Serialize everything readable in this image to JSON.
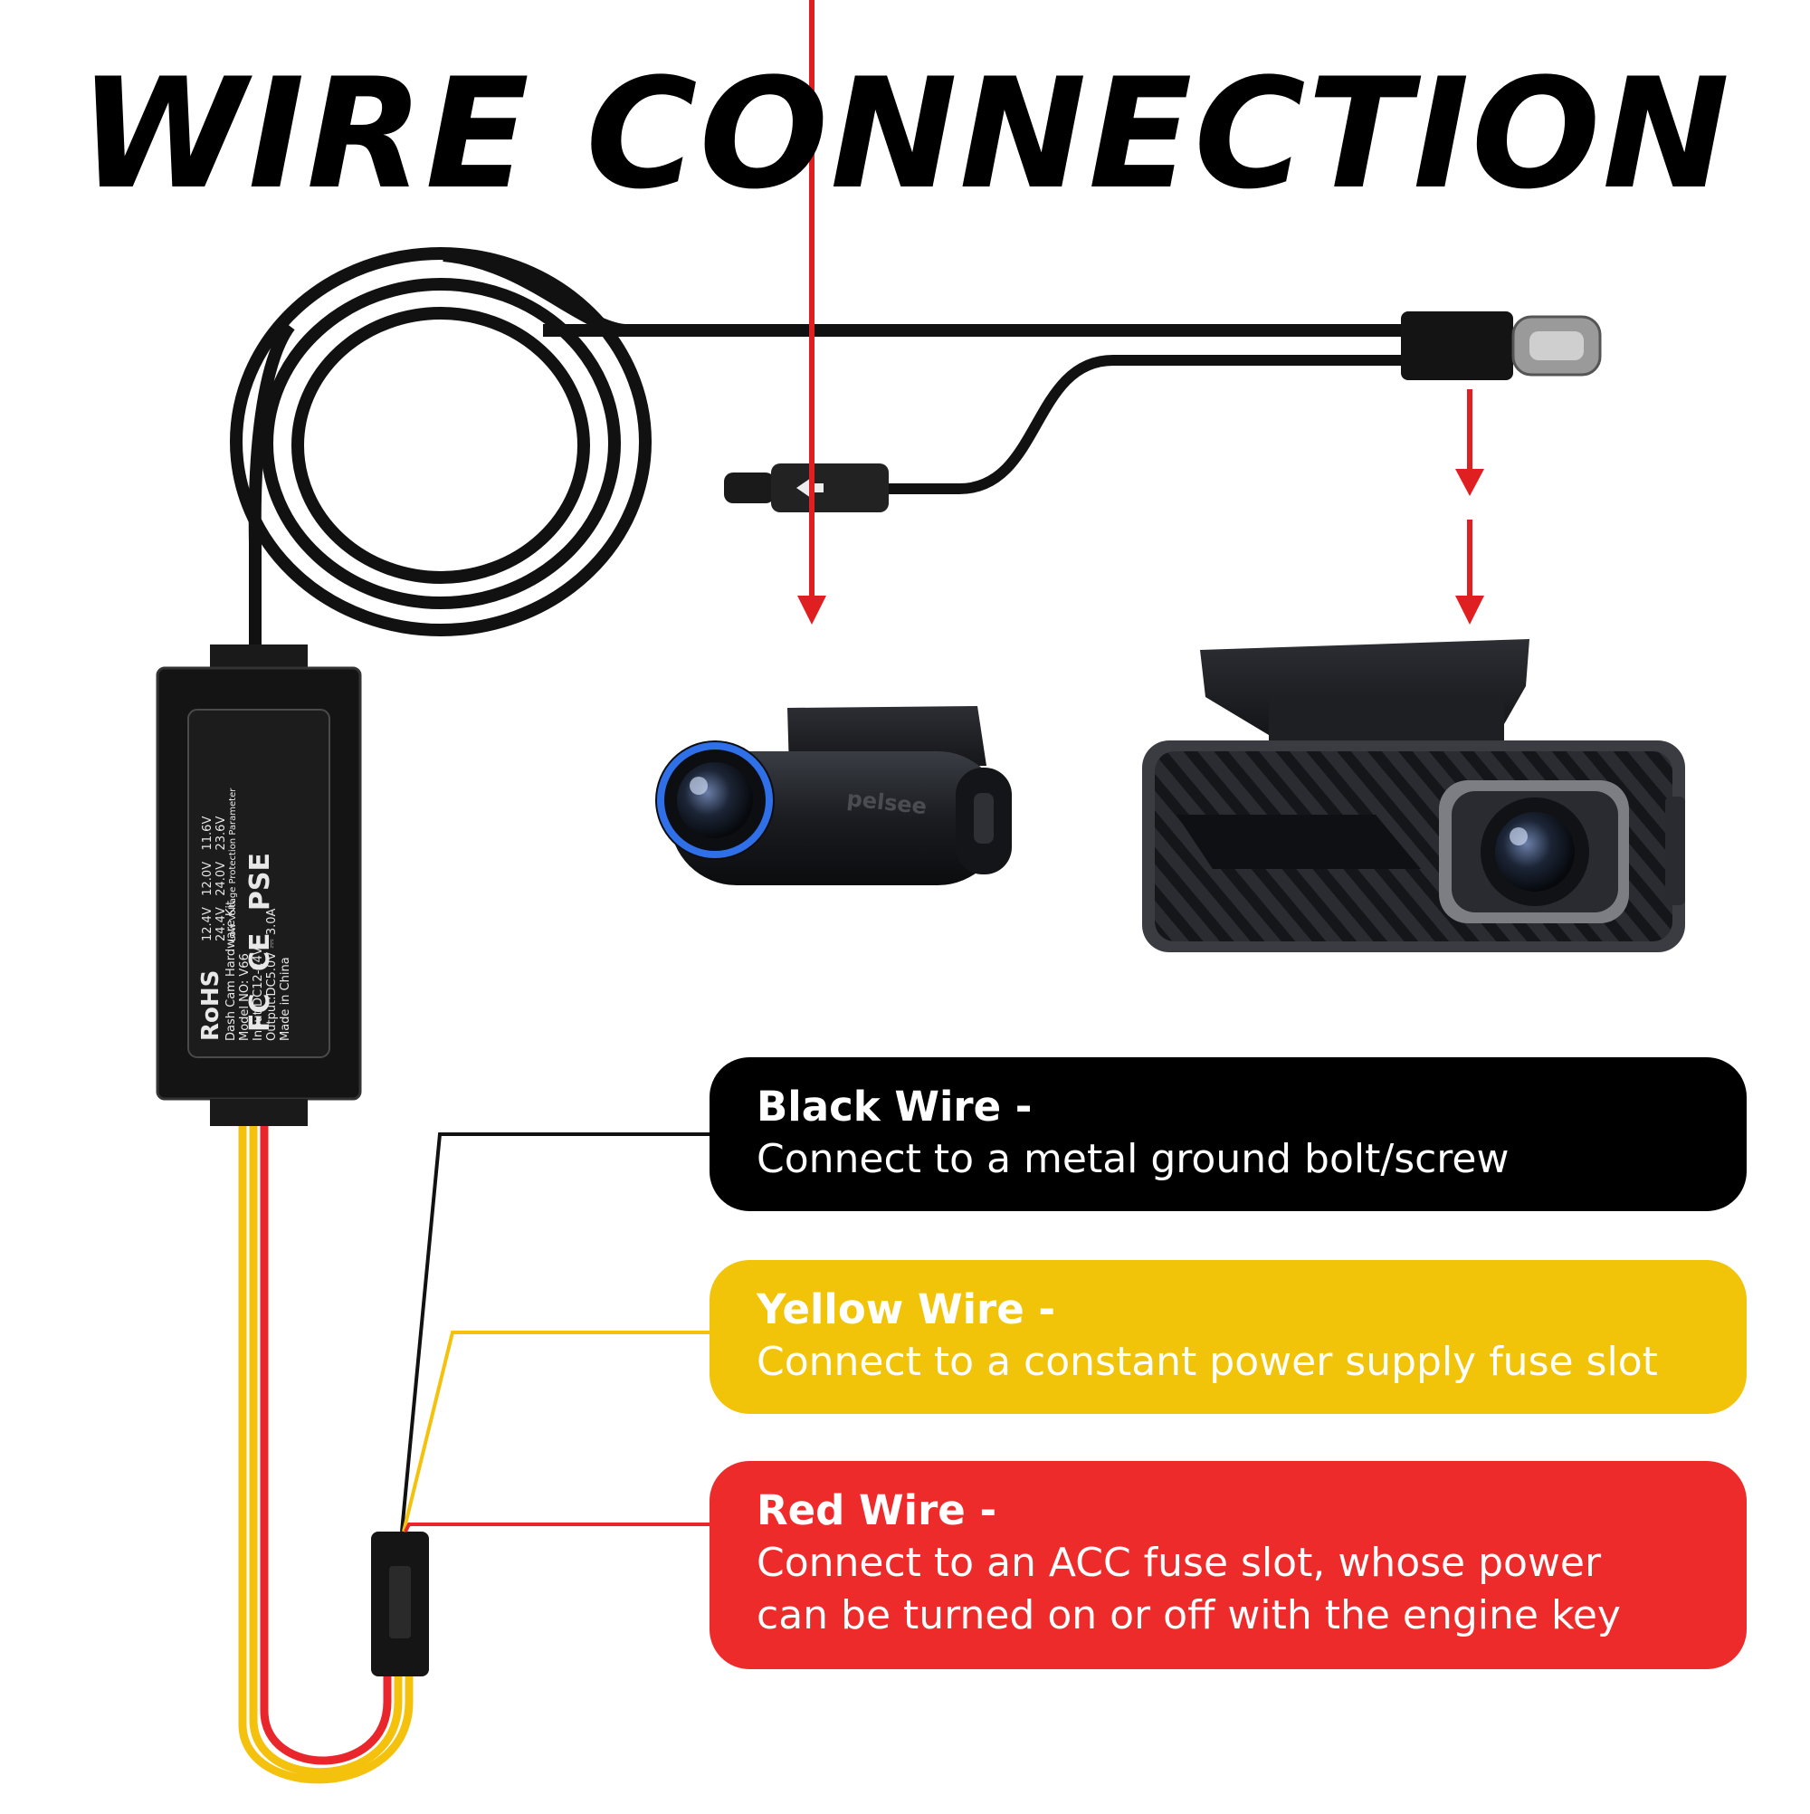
{
  "title": "WIRE CONNECTION",
  "wires": [
    {
      "color_name": "black",
      "heading": "Black Wire -",
      "description_lines": [
        "Connect to a metal ground bolt/screw"
      ],
      "box_color": "#000000",
      "text_color": "#ffffff"
    },
    {
      "color_name": "yellow",
      "heading": "Yellow Wire -",
      "description_lines": [
        "Connect to a constant power supply fuse slot"
      ],
      "box_color": "#f1c40a",
      "text_color": "#ffffff"
    },
    {
      "color_name": "red",
      "heading": "Red Wire -",
      "description_lines": [
        "Connect to an ACC fuse slot, whose power",
        "can be turned on or off with the engine key"
      ],
      "box_color": "#ee2b2b",
      "text_color": "#ffffff"
    }
  ],
  "hardwire_module_label": {
    "brand_marks": [
      "RoHS",
      "CE",
      "FC",
      "PSE"
    ],
    "lines": [
      "Dash Cam Hardware Kit",
      "Model NO: V66",
      "Input:DC12-24V",
      "Output:DC5.0V ⎓ 3.0A",
      "Made in China"
    ],
    "voltage_rows": [
      [
        "12.4V",
        "12.0V",
        "11.6V"
      ],
      [
        "24.4V",
        "24.0V",
        "23.6V"
      ]
    ],
    "voltage_caption": "Low Voltage Protection Parameter"
  },
  "front_camera_brand": "pelsee",
  "colors": {
    "cable": "#111111",
    "arrow": "#e02020",
    "wire_black": "#111111",
    "wire_yellow": "#f4c20d",
    "wire_red": "#e8262b",
    "camera_ring": "#2f6fe8"
  },
  "icons": [
    "usb-c-connector-icon",
    "mini-connector-icon",
    "arrow-down-icon",
    "front-camera-icon",
    "rear-camera-icon",
    "hardwire-module-icon"
  ]
}
